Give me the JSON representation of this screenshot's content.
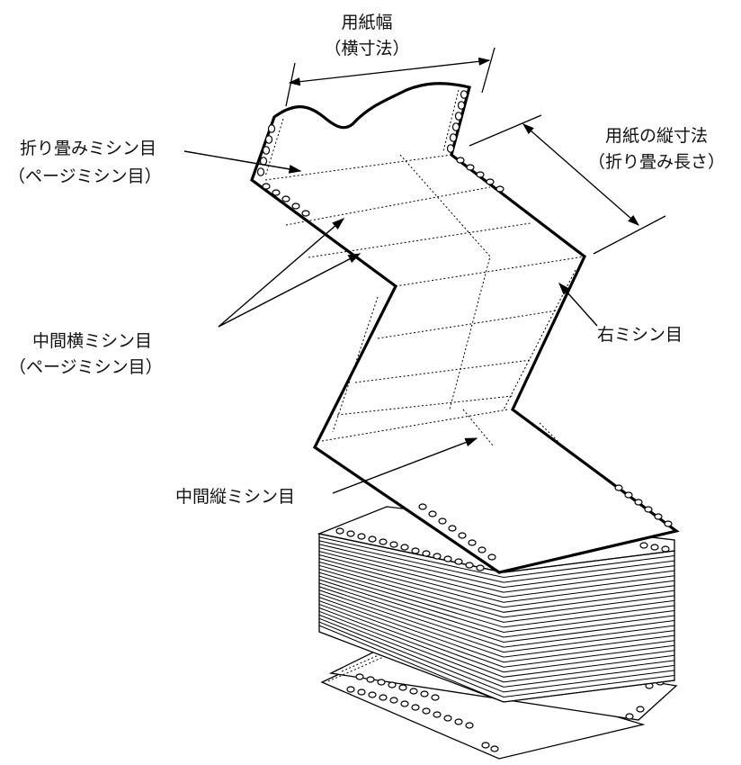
{
  "labels": {
    "paper_width_line1": "用紙幅",
    "paper_width_line2": "（横寸法）",
    "paper_length_line1": "用紙の縦寸法",
    "paper_length_line2": "（折り畳み長さ）",
    "fold_perf_line1": "折り畳みミシン目",
    "fold_perf_line2": "（ページミシン目）",
    "mid_horiz_perf_line1": "中間横ミシン目",
    "mid_horiz_perf_line2": "（ページミシン目）",
    "right_perf": "右ミシン目",
    "mid_vert_perf": "中間縦ミシン目"
  }
}
